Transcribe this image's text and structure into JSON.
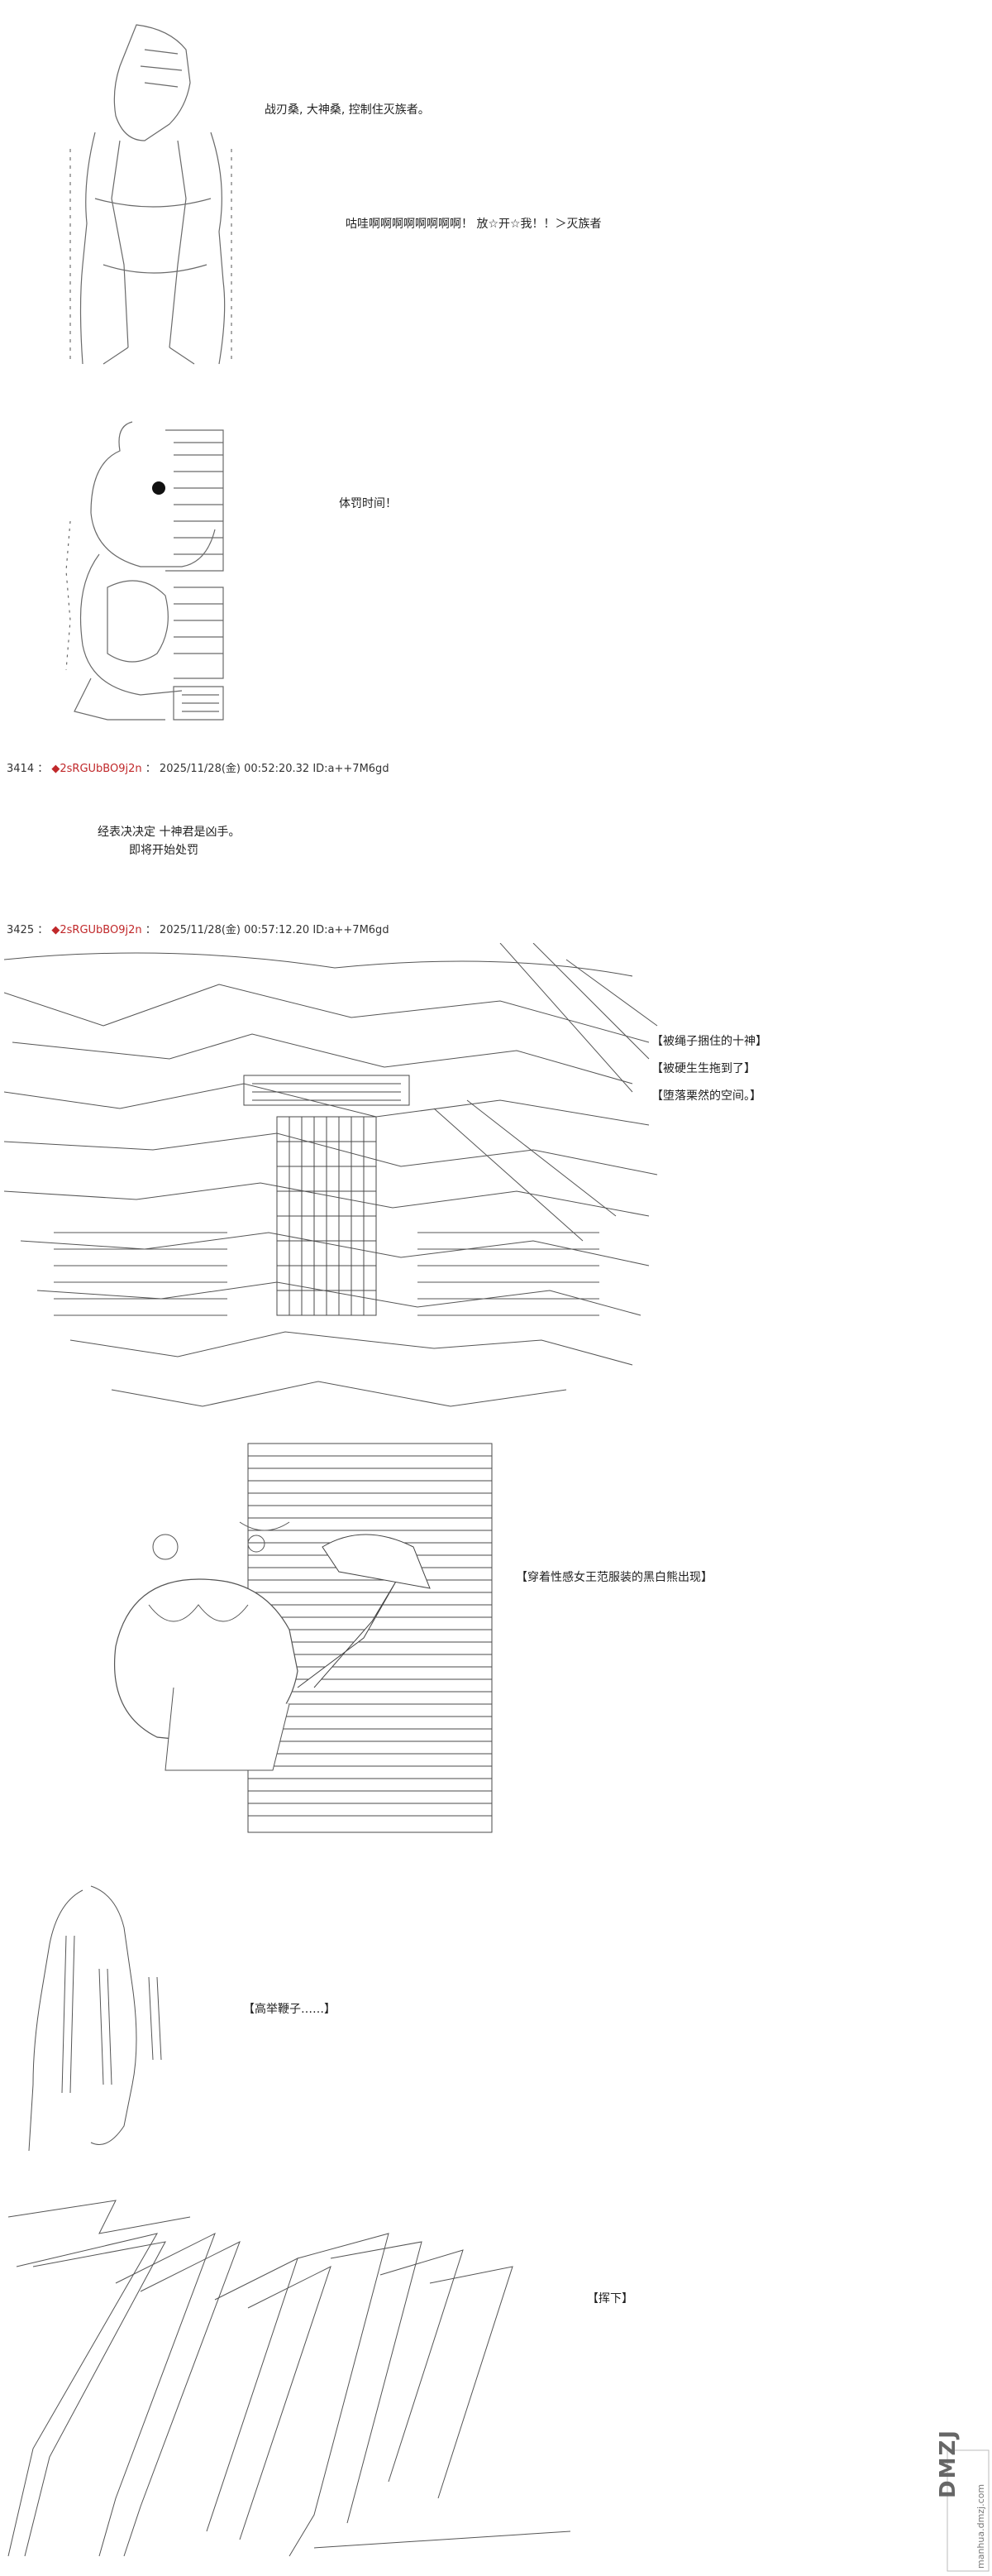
{
  "captions": {
    "c1": "战刃桑, 大神桑, 控制住灭族者。",
    "c2": "咕哇啊啊啊啊啊啊啊啊！ 放☆开☆我！！＞灭族者",
    "c3": "体罚时间！",
    "c4": "【被绳子捆住的十神】",
    "c5": "【被硬生生拖到了】",
    "c6": "【堕落栗然的空间。】",
    "c7": "【穿着性感女王范服装的黑白熊出现】",
    "c8": "【高举鞭子……】",
    "c9": "【挥下】"
  },
  "post1": {
    "number": "3414",
    "name": "◆2sRGUbBO9j2n",
    "date": "2025/11/28(金) 00:52:20.32",
    "id": "ID:a++7M6gd",
    "body_line1": "经表决决定  十神君是凶手。",
    "body_line2": "即将开始处罚"
  },
  "post2": {
    "number": "3425",
    "name": "◆2sRGUbBO9j2n",
    "date": "2025/11/28(金) 00:57:12.20",
    "id": "ID:a++7M6gd"
  },
  "watermark": {
    "logo_text": "DMZJ",
    "site": "manhua.dmzj.com"
  }
}
